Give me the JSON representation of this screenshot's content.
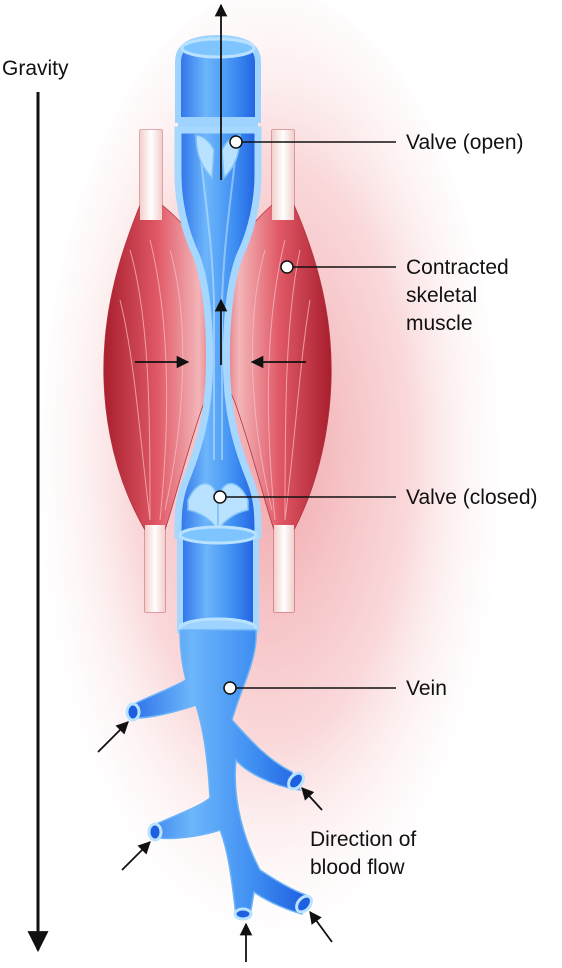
{
  "labels": {
    "gravity": "Gravity",
    "valve_open": "Valve (open)",
    "muscle": [
      "Contracted",
      "skeletal",
      "muscle"
    ],
    "valve_closed": "Valve (closed)",
    "vein": "Vein",
    "flow": [
      "Direction of",
      "blood flow"
    ]
  },
  "colors": {
    "vein_light": "#a9dbff",
    "vein_mid": "#5aaaf8",
    "vein_dark": "#1e62e6",
    "muscle_red": "#c8323f",
    "muscle_light": "#f4c9cb",
    "tendon": "#f7e9e6",
    "text": "#111111"
  }
}
